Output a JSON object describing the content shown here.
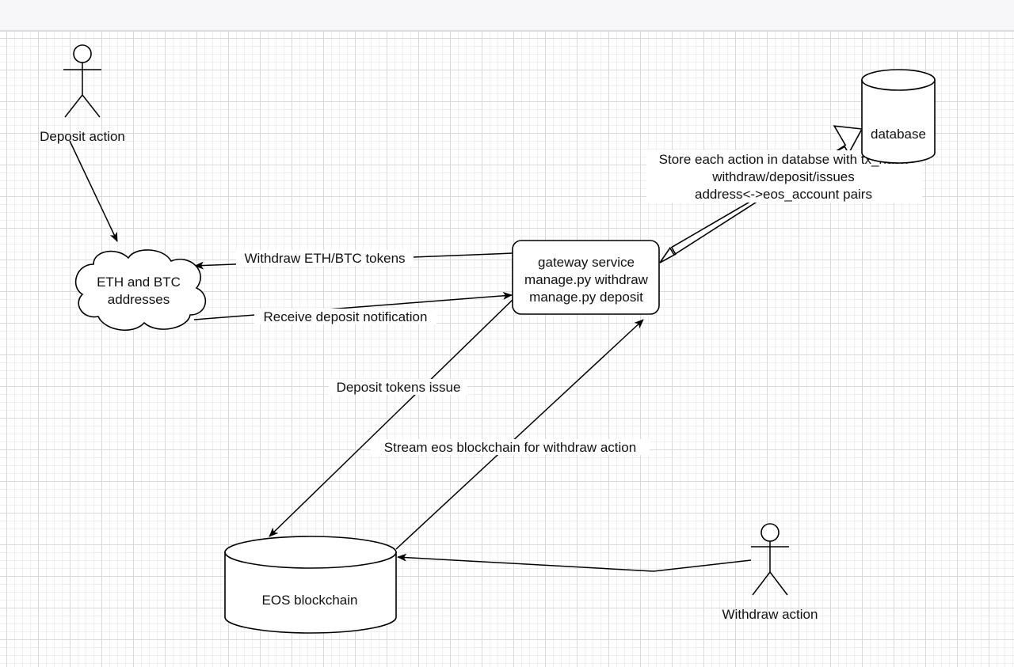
{
  "nodes": {
    "deposit_actor": "Deposit action",
    "withdraw_actor": "Withdraw action",
    "eth_btc_cloud": [
      "ETH and BTC",
      "addresses"
    ],
    "gateway": [
      "gateway service",
      "manage.py withdraw",
      "manage.py deposit"
    ],
    "database": "database",
    "eos_blockchain": "EOS blockchain"
  },
  "edges": {
    "withdraw_tokens": "Withdraw ETH/BTC tokens",
    "receive_deposit": "Receive deposit notification",
    "deposit_issue": "Deposit tokens issue",
    "stream_eos": "Stream eos blockchain for withdraw action",
    "store_action": [
      "Store each action in databse with tx_hash",
      "withdraw/deposit/issues",
      "address<->eos_account pairs"
    ]
  }
}
